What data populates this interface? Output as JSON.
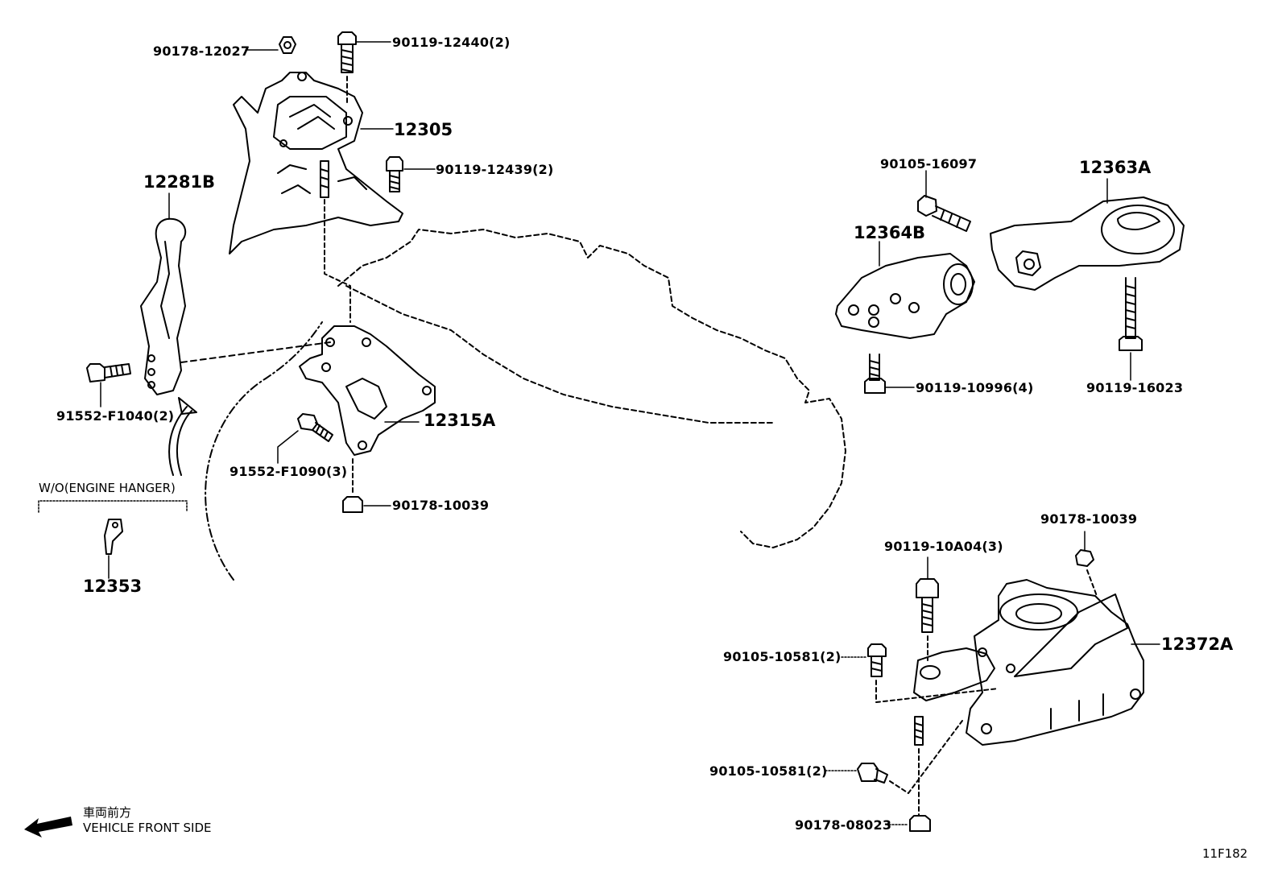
{
  "callouts": {
    "p90178_12027": "90178-12027",
    "p90119_12440": "90119-12440(2)",
    "p12305": "12305",
    "p90119_12439": "90119-12439(2)",
    "p12281B": "12281B",
    "p91552_F1040": "91552-F1040(2)",
    "p12315A": "12315A",
    "p91552_F1090": "91552-F1090(3)",
    "p90178_10039_left": "90178-10039",
    "p12353": "12353",
    "p90105_16097": "90105-16097",
    "p12363A": "12363A",
    "p12364B": "12364B",
    "p90119_10996": "90119-10996(4)",
    "p90119_16023": "90119-16023",
    "p90178_10039_right": "90178-10039",
    "p90119_10A04": "90119-10A04(3)",
    "p90105_10581_upper": "90105-10581(2)",
    "p12372A": "12372A",
    "p90105_10581_lower": "90105-10581(2)",
    "p90178_08023": "90178-08023"
  },
  "notes": {
    "engine_hanger": "W/O(ENGINE HANGER)",
    "front_jp": "車両前方",
    "front_en": "VEHICLE FRONT SIDE"
  },
  "figure_ref": "11F182"
}
